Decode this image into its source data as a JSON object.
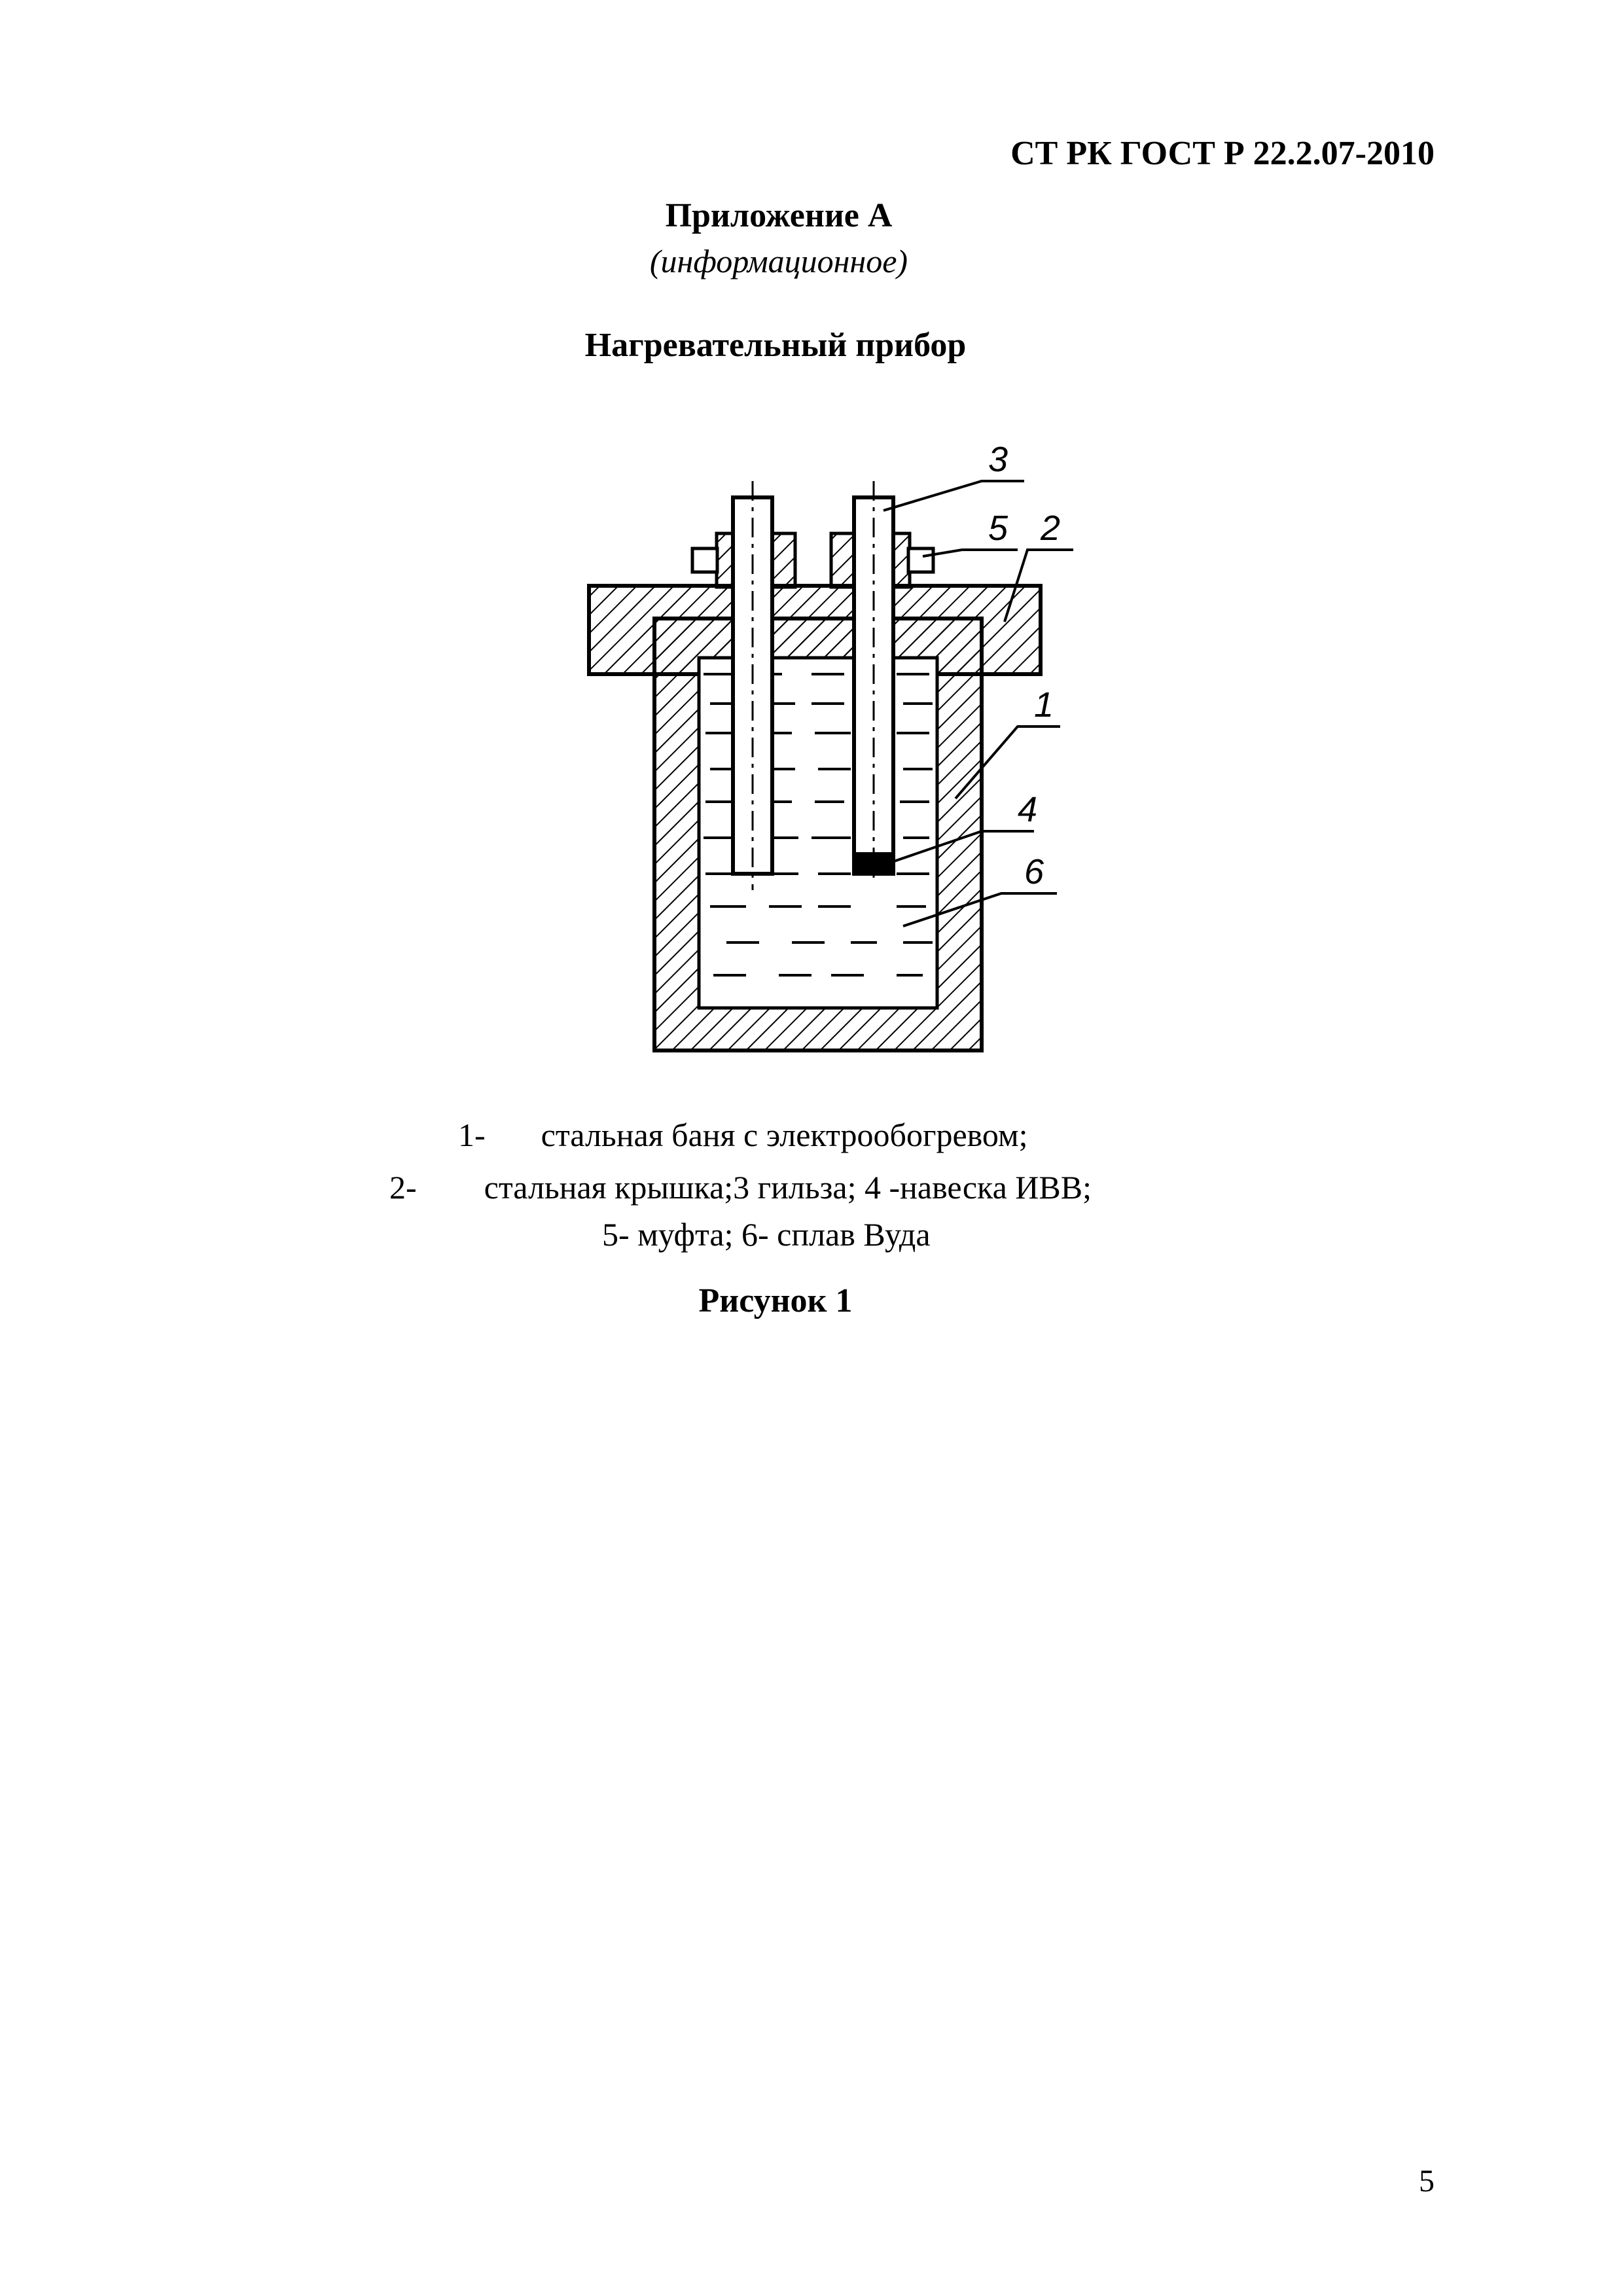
{
  "header": {
    "doc_code": "СТ РК ГОСТ Р 22.2.07-2010"
  },
  "appendix": {
    "title": "Приложение А",
    "subtitle": "(информационное)"
  },
  "section": {
    "title": "Нагревательный прибор"
  },
  "figure": {
    "callouts": [
      "3",
      "5",
      "2",
      "1",
      "4",
      "6"
    ],
    "legend": [
      {
        "num": "1-",
        "text": "стальная баня с электрообогревом;"
      },
      {
        "num": "2-",
        "text": "стальная крышка;3 гильза; 4 -навеска ИВВ;"
      },
      {
        "num": "",
        "text": "5- муфта; 6- сплав Вуда"
      }
    ],
    "caption": "Рисунок 1"
  },
  "page": {
    "number": "5"
  }
}
